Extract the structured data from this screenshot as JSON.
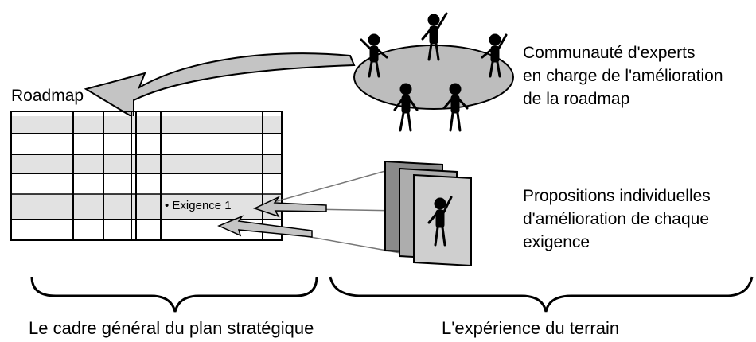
{
  "roadmap": {
    "title": "Roadmap",
    "requirement_label": "• Exigence 1"
  },
  "community": {
    "lines": [
      "Communauté d'experts",
      "en charge de l'amélioration",
      "de la roadmap"
    ]
  },
  "proposals": {
    "lines": [
      "Propositions individuelles",
      "d'amélioration de chaque",
      "exigence"
    ]
  },
  "captions": {
    "left": "Le cadre général du plan stratégique",
    "right": "L'expérience du terrain"
  },
  "colors": {
    "ellipse": "#bdbdbd",
    "arrow": "#c4c4c4",
    "page_dark": "#8a8a8a",
    "page_mid": "#adadad",
    "page_light": "#cfcfcf",
    "row_shade": "#e2e2e2"
  }
}
